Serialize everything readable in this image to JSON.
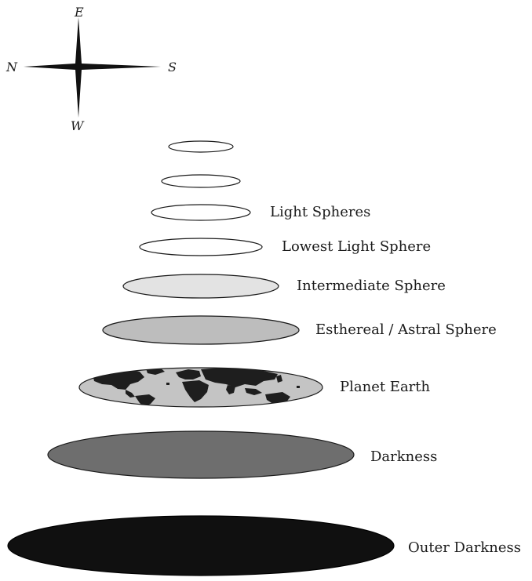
{
  "compass": {
    "north": "N",
    "east": "E",
    "south": "S",
    "west": "W",
    "color": "#111111"
  },
  "layers": [
    {
      "id": "sphere-top-1",
      "label": "",
      "fill": "#ffffff"
    },
    {
      "id": "sphere-top-2",
      "label": "",
      "fill": "#ffffff"
    },
    {
      "id": "light-spheres",
      "label": "Light Spheres",
      "fill": "#ffffff"
    },
    {
      "id": "lowest-light-sphere",
      "label": "Lowest Light Sphere",
      "fill": "#ffffff"
    },
    {
      "id": "intermediate-sphere",
      "label": "Intermediate  Sphere",
      "fill": "#e3e3e3"
    },
    {
      "id": "esthereal-astral-sphere",
      "label": "Esthereal / Astral Sphere",
      "fill": "#bdbdbd"
    },
    {
      "id": "planet-earth",
      "label": "Planet Earth",
      "fill": "#c4c4c4",
      "landmass": "#1e1e1e"
    },
    {
      "id": "darkness",
      "label": "Darkness",
      "fill": "#6e6e6e"
    },
    {
      "id": "outer-darkness",
      "label": "Outer Darkness",
      "fill": "#101010"
    }
  ]
}
